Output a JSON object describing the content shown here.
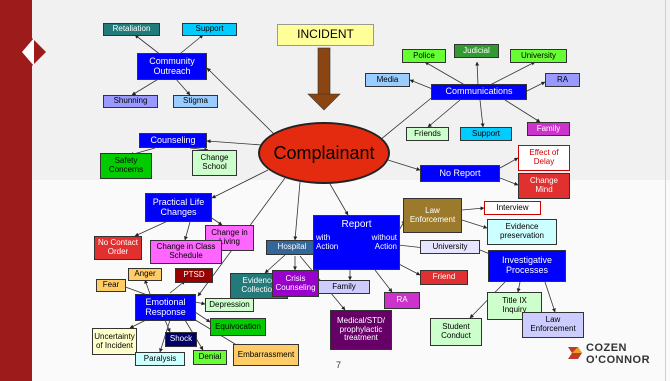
{
  "diagram": {
    "incident": "INCIDENT",
    "complainant": "Complainant",
    "community_outreach": "Community Outreach",
    "retaliation": "Retaliation",
    "support_top": "Support",
    "shunning": "Shunning",
    "stigma": "Stigma",
    "communications": "Communications",
    "police": "Police",
    "judicial": "Judicial",
    "university_top": "University",
    "media": "Media",
    "ra_top": "RA",
    "friends": "Friends",
    "support_comm": "Support",
    "family_comm": "Family",
    "counseling": "Counseling",
    "safety_concerns": "Safety Concerns",
    "change_school": "Change School",
    "no_report": "No Report",
    "effect_of_delay": "Effect of Delay",
    "change_mind": "Change Mind",
    "practical_life_changes": "Practical Life Changes",
    "change_in_living": "Change in Living",
    "no_contact_order": "No Contact Order",
    "change_class_schedule": "Change in Class Schedule",
    "anger": "Anger",
    "ptsd": "PTSD",
    "fear": "Fear",
    "emotional_response": "Emotional Response",
    "depression": "Depression",
    "equivocation": "Equivocation",
    "uncertainty_of_incident": "Uncertainty of Incident",
    "shock": "Shock",
    "paralysis": "Paralysis",
    "denial": "Denial",
    "embarrassment": "Embarrassment",
    "hospital": "Hospital",
    "evidence_collection": "Evidence Collection",
    "crisis_counseling": "Crisis Counseling",
    "medical_treatment": "Medical/STD/ prophylactic treatment",
    "report": "Report",
    "with_action": "with Action",
    "without_action": "without Action",
    "family_report": "Family",
    "ra_report": "RA",
    "friend": "Friend",
    "university_report": "University",
    "law_enforcement": "Law Enforcement",
    "interview": "Interview",
    "evidence_preservation": "Evidence preservation",
    "investigative_processes": "Investigative Processes",
    "title_ix_inquiry": "Title IX Inquiry",
    "student_conduct": "Student Conduct",
    "law_enforcement_2": "Law Enforcement"
  },
  "slide": {
    "page_number": "7",
    "logo_line1": "COZEN",
    "logo_line2": "O'CONNOR"
  },
  "colors": {
    "accent_red": "#9e1b1b",
    "complainant_fill": "#e42b0f",
    "arrow_brown": "#8b4513",
    "node_blue": "#0000ff"
  }
}
